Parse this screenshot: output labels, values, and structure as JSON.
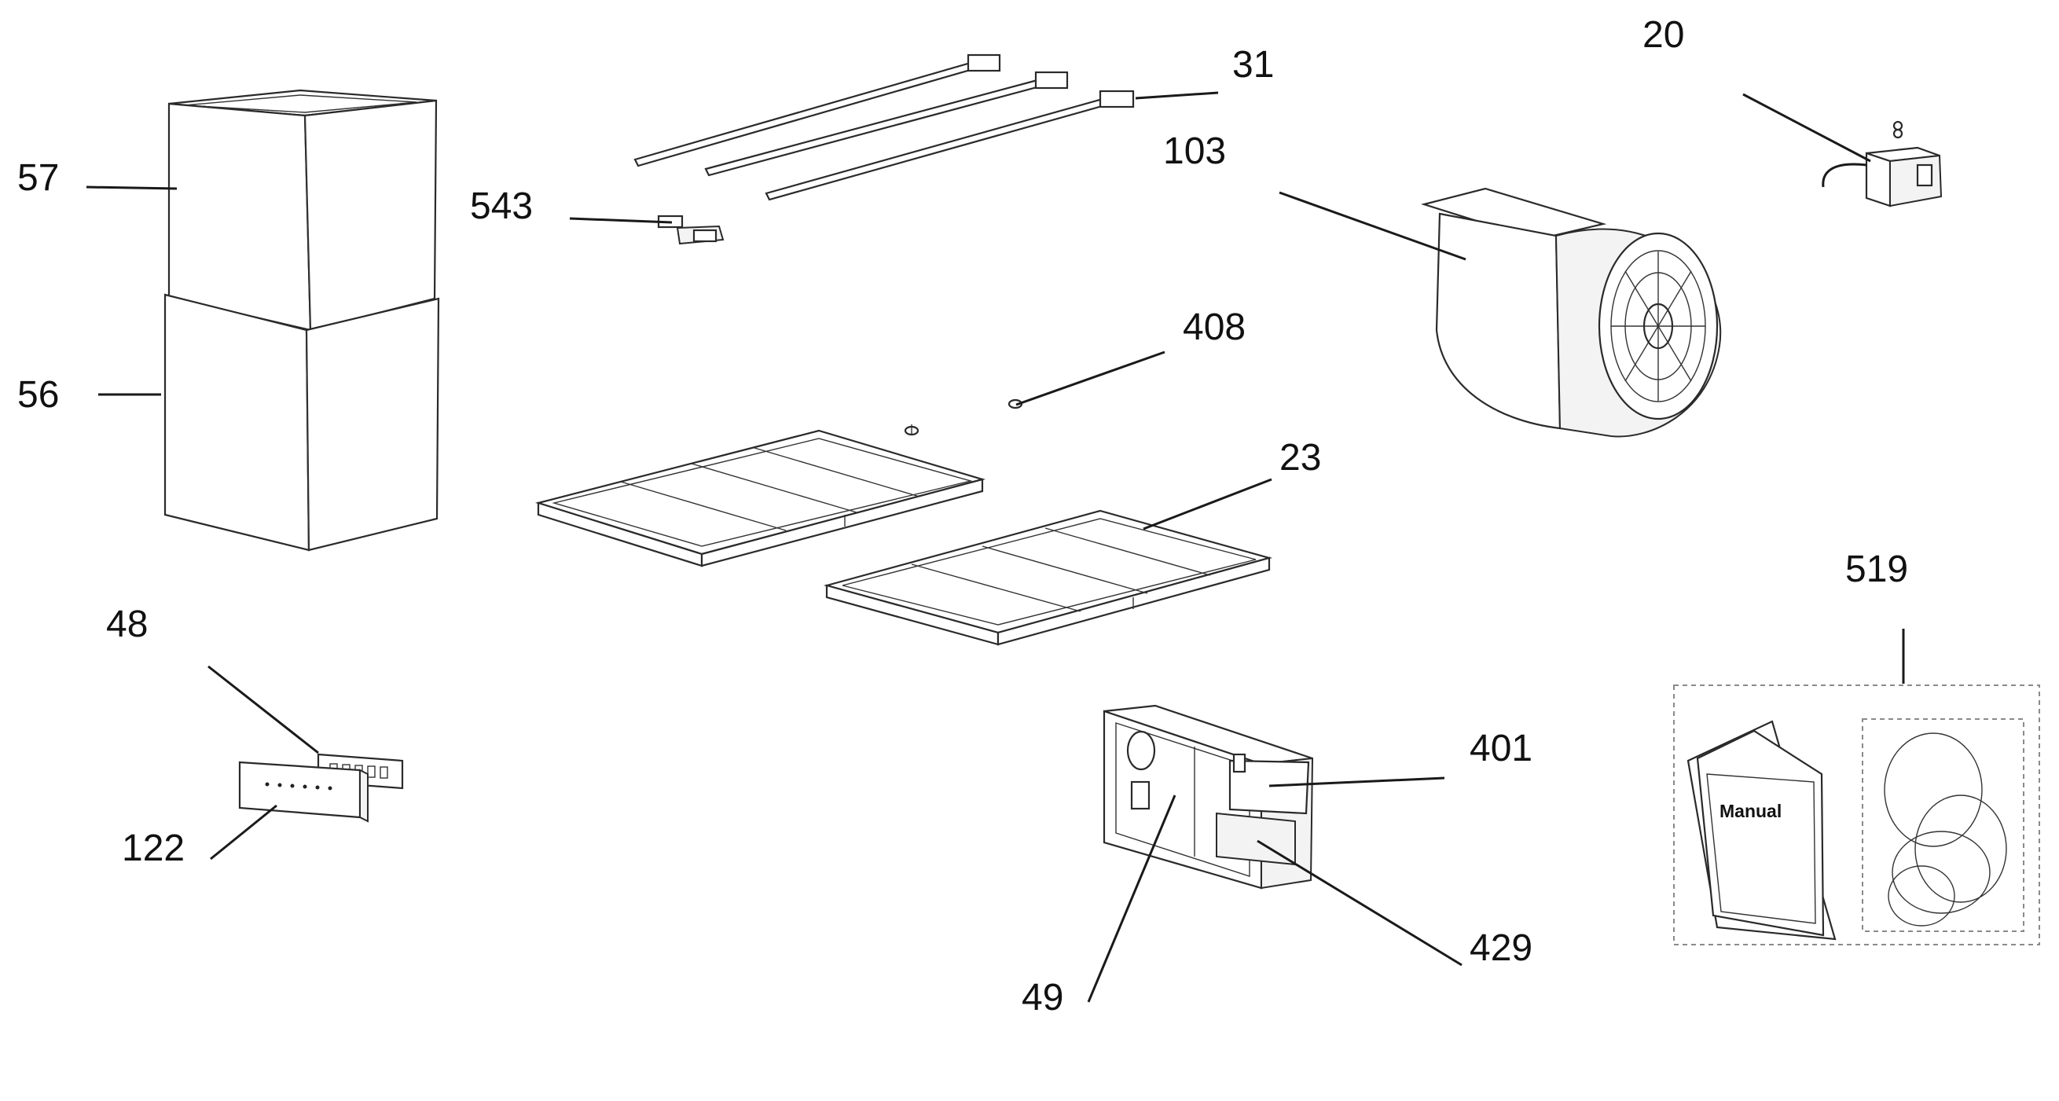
{
  "diagram": {
    "callouts": {
      "c57": "57",
      "c56": "56",
      "c543": "543",
      "c31": "31",
      "c103": "103",
      "c20": "20",
      "c408": "408",
      "c23": "23",
      "c48": "48",
      "c122": "122",
      "c519": "519",
      "c401": "401",
      "c429": "429",
      "c49": "49"
    },
    "manual_cover_text": "Manual"
  },
  "colors": {
    "line": "#1a1a1a",
    "background": "#ffffff"
  }
}
